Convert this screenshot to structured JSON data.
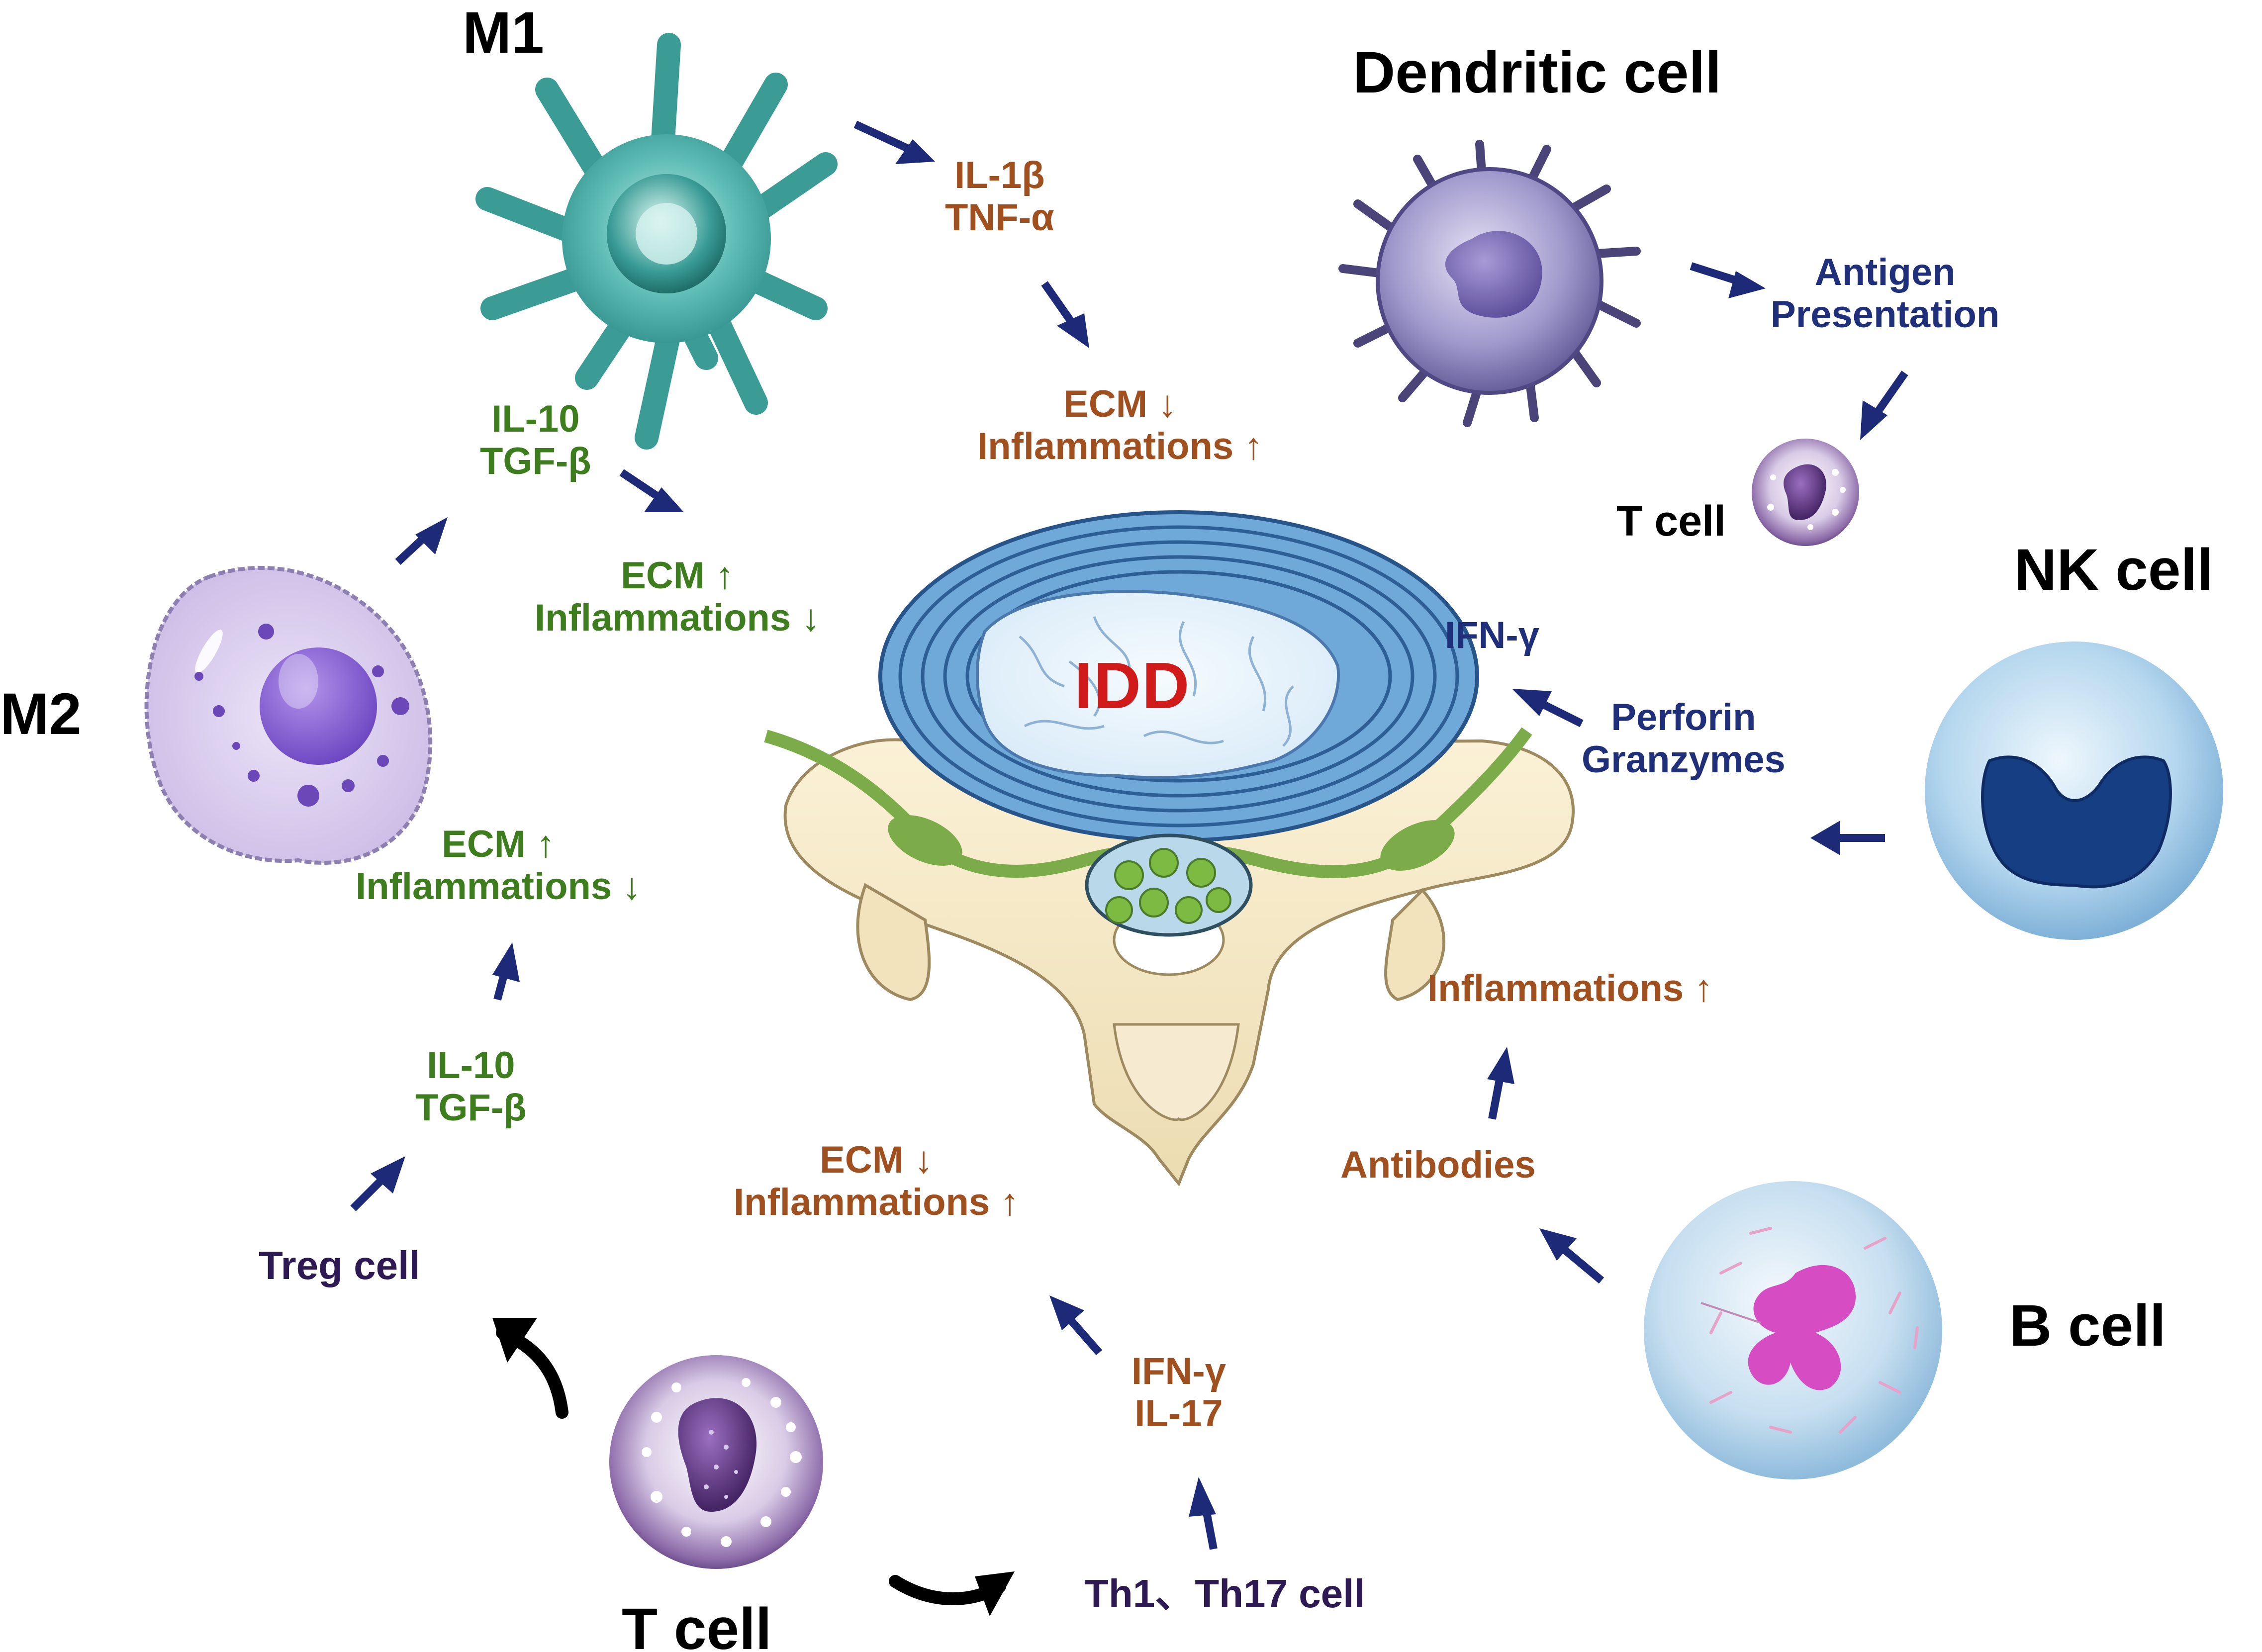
{
  "cells": {
    "m1": "M1",
    "m2": "M2",
    "dendritic": "Dendritic cell",
    "t_cell_small": "T cell",
    "nk": "NK cell",
    "b": "B cell",
    "t_cell_main": "T cell",
    "treg": "Treg cell",
    "th": "Th1、Th17 cell"
  },
  "center": {
    "label": "IDD"
  },
  "m1_cytokines": [
    "IL-1β",
    "TNF-α"
  ],
  "m1_effect": [
    "ECM ↓",
    "Inflammations ↑"
  ],
  "m2_cytokines": [
    "IL-10",
    "TGF-β"
  ],
  "m2_effect": [
    "ECM ↑",
    "Inflammations ↓"
  ],
  "treg_effect": [
    "ECM ↑",
    "Inflammations ↓"
  ],
  "treg_cytokines": [
    "IL-10",
    "TGF-β"
  ],
  "th_effect": [
    "ECM ↓",
    "Inflammations ↑"
  ],
  "th_cytokines": [
    "IFN-γ",
    "IL-17"
  ],
  "dendritic_action": [
    "Antigen",
    "Presentation"
  ],
  "nk_outputs": {
    "ifn": "IFN-γ",
    "perforin": [
      "Perforin",
      "Granzymes"
    ]
  },
  "b_outputs": {
    "antibodies": "Antibodies",
    "effect": "Inflammations ↑"
  },
  "colors": {
    "pro_inflammatory": "#a0501e",
    "anti_inflammatory": "#3e7d1e",
    "immune_signal": "#1f2f7a",
    "t_cell_label": "#2e1a52",
    "idd_label": "#d11a1a",
    "arrow": "#1c2a78"
  }
}
